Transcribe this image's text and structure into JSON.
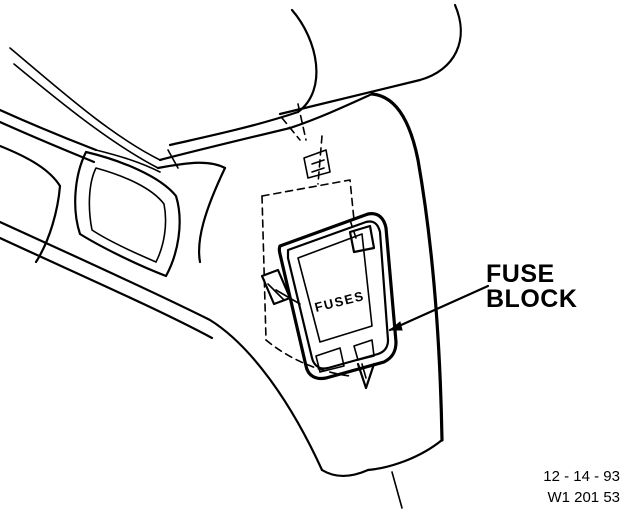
{
  "callout": {
    "line1": "FUSE",
    "line2": "BLOCK"
  },
  "fuse_block": {
    "label": "FUSES"
  },
  "reference": {
    "date": "12 - 14 - 93",
    "code": "W1 201 53"
  },
  "colors": {
    "ink": "#000000",
    "paper": "#ffffff"
  }
}
